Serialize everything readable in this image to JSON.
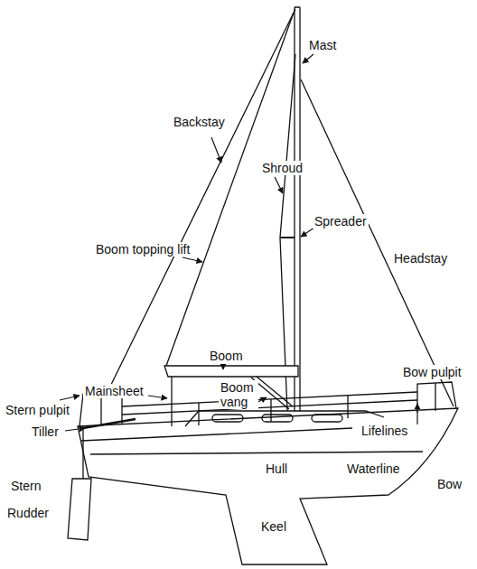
{
  "diagram": {
    "labels": [
      "Mast",
      "Backstay",
      "Shroud",
      "Spreader",
      "Headstay",
      "Boom topping lift",
      "Boom",
      "Mainsheet",
      "Boom vang",
      "Stern pulpit",
      "Bow pulpit",
      "Tiller",
      "Lifelines",
      "Stern",
      "Hull",
      "Waterline",
      "Bow",
      "Rudder",
      "Keel"
    ]
  }
}
